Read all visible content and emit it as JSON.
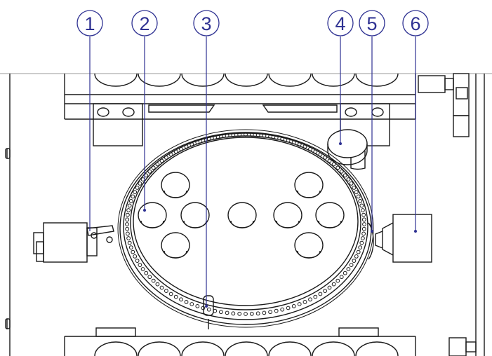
{
  "figure": {
    "callouts": [
      {
        "label": "1"
      },
      {
        "label": "2"
      },
      {
        "label": "3"
      },
      {
        "label": "4"
      },
      {
        "label": "5"
      },
      {
        "label": "6"
      }
    ]
  },
  "colors": {
    "line": "#1a1a1a",
    "callout": "#2e3192",
    "background": "#ffffff"
  }
}
